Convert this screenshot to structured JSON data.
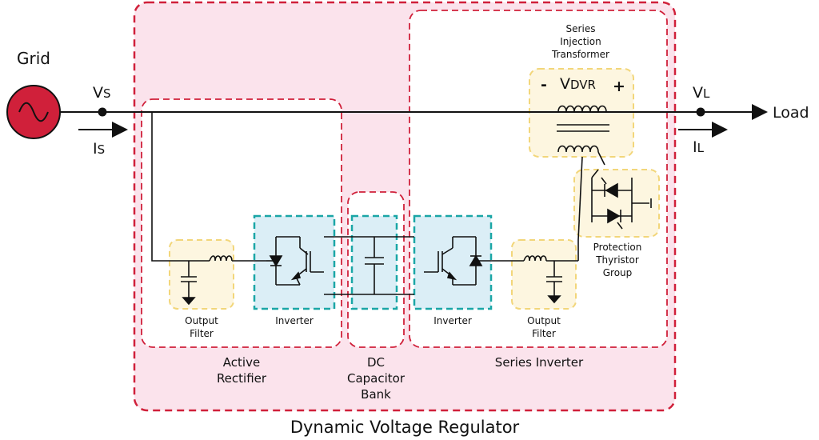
{
  "title": "Dynamic Voltage Regulator",
  "grid_label": "Grid",
  "load_label": "Load",
  "vs": {
    "main": "V",
    "sub": "S"
  },
  "is": {
    "main": "I",
    "sub": "S"
  },
  "vl": {
    "main": "V",
    "sub": "L"
  },
  "il": {
    "main": "I",
    "sub": "L"
  },
  "transformer": {
    "caption": [
      "Series",
      "Injection",
      "Transformer"
    ],
    "minus": "-",
    "plus": "+",
    "vdvr_main": "V",
    "vdvr_sub": "DVR"
  },
  "protection": [
    "Protection",
    "Thyristor",
    "Group"
  ],
  "left_filter": [
    "Output",
    "Filter"
  ],
  "left_inverter": "Inverter",
  "right_inverter": "Inverter",
  "right_filter": [
    "Output",
    "Filter"
  ],
  "sections": {
    "active_rectifier": [
      "Active",
      "Rectifier"
    ],
    "dc_bank": [
      "DC",
      "Capacitor",
      "Bank"
    ],
    "series_inverter": "Series Inverter"
  },
  "colors": {
    "red": "#d0203a",
    "pink_fill": "#fbe3ec",
    "yellow_fill": "#fdf6e0",
    "yellow_border": "#f2d67a",
    "blue_fill": "#dbeef6",
    "teal_border": "#1aa6a6"
  }
}
